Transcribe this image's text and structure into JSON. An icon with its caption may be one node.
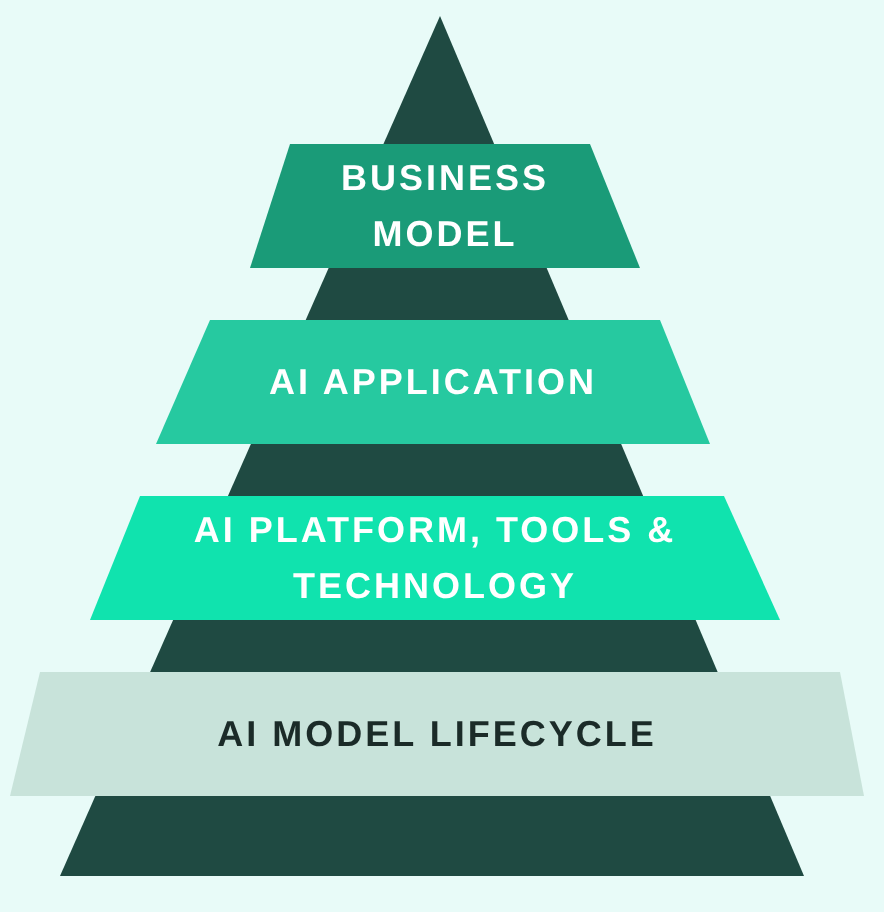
{
  "diagram": {
    "nodes": [
      {
        "text": [
          "BUSINESS MODEL"
        ]
      },
      {
        "text": [
          "AI APPLICATION"
        ]
      },
      {
        "text": [
          "AI PLATFORM, TOOLS & TECHNOLOGY"
        ]
      },
      {
        "text": [
          "AI MODEL LIFECYCLE"
        ]
      }
    ]
  }
}
